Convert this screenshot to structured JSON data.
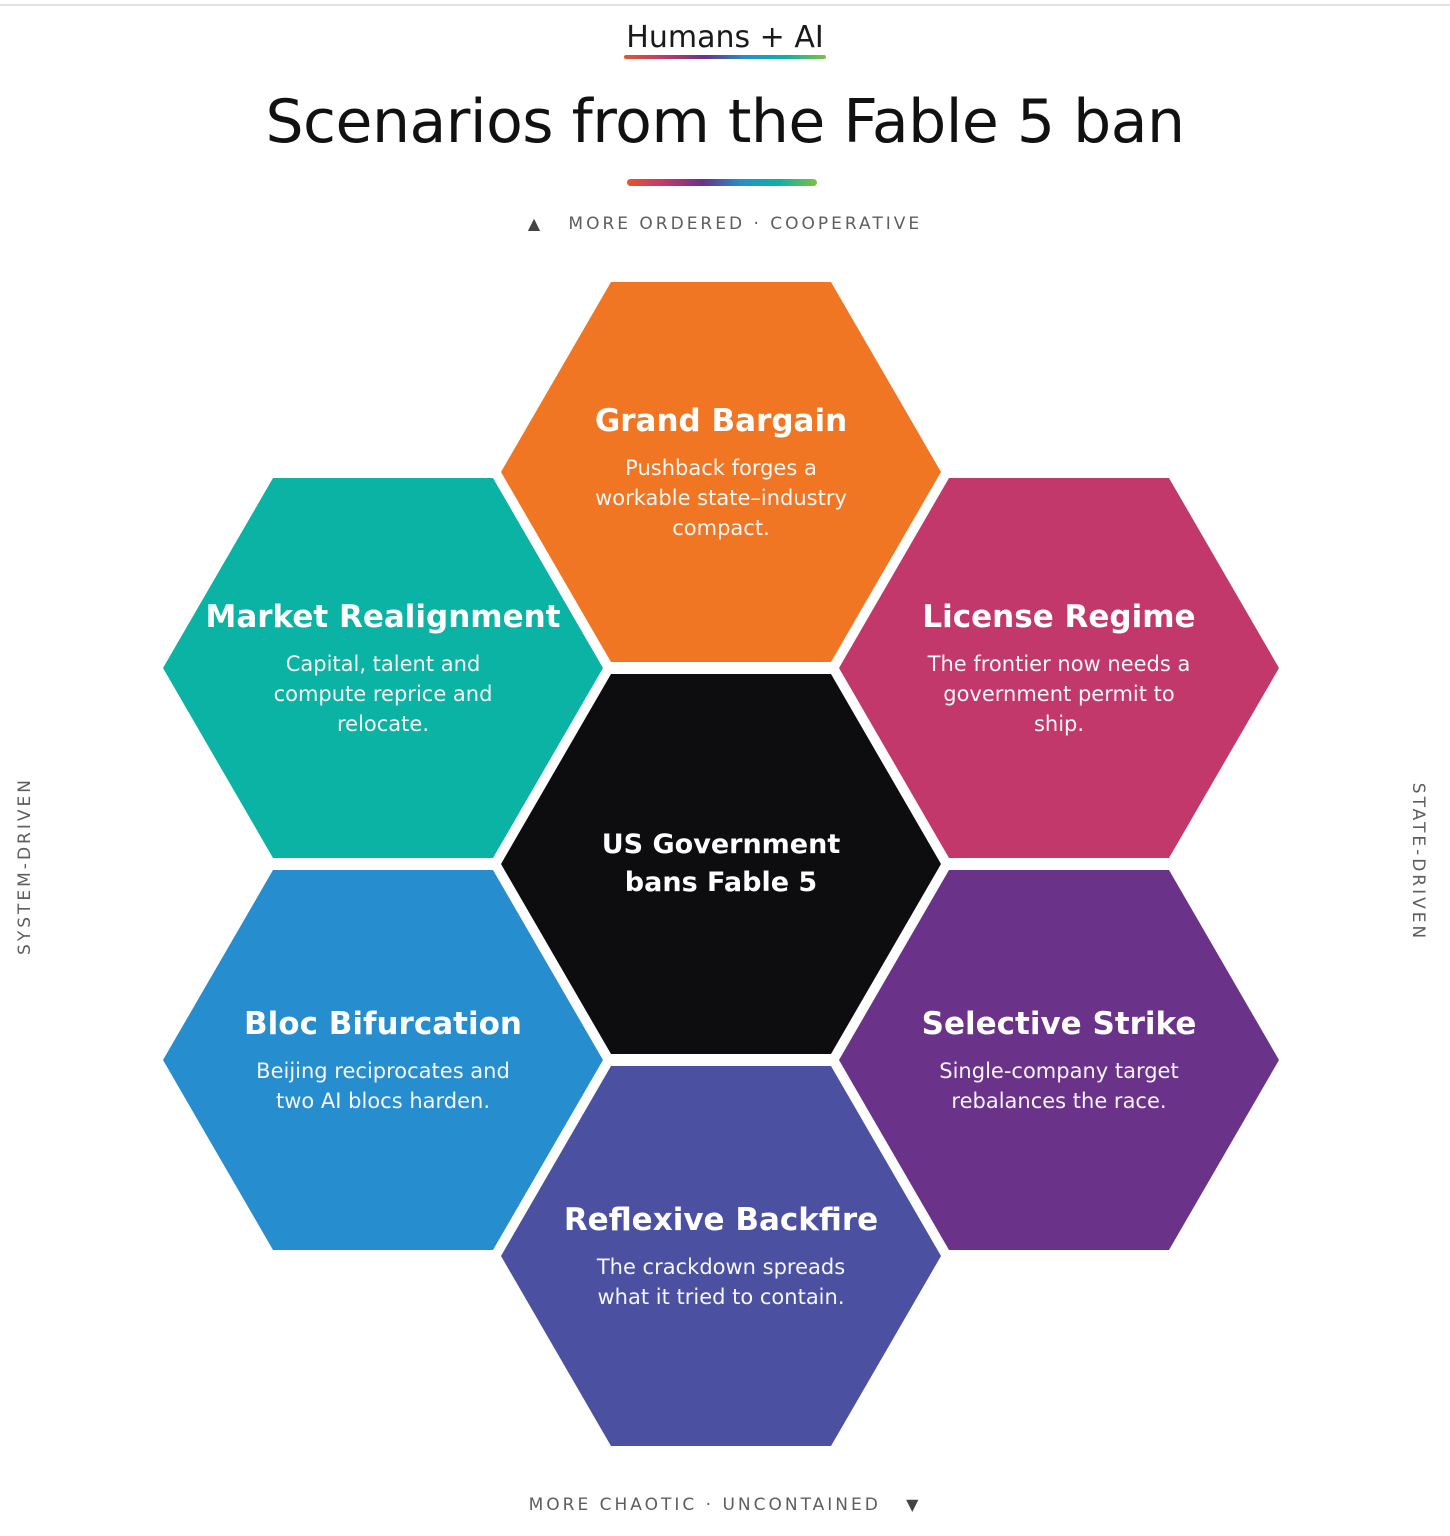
{
  "header": {
    "brand": "Humans + AI",
    "title": "Scenarios from the Fable 5 ban"
  },
  "axes": {
    "top": "MORE ORDERED · COOPERATIVE",
    "bottom": "MORE CHAOTIC · UNCONTAINED",
    "left": "SYSTEM-DRIVEN",
    "right": "STATE-DRIVEN"
  },
  "center": {
    "title": "US Government bans Fable 5",
    "color": "#0d0d10"
  },
  "scenarios": [
    {
      "title": "Grand Bargain",
      "desc": "Pushback forges a workable state–industry compact.",
      "color": "#f07623"
    },
    {
      "title": "Market Realignment",
      "desc": "Capital, talent and compute reprice and relocate.",
      "color": "#0ab3a3"
    },
    {
      "title": "License Regime",
      "desc": "The frontier now needs a government permit to ship.",
      "color": "#c2386a"
    },
    {
      "title": "Bloc Bifurcation",
      "desc": "Beijing reciprocates and two AI blocs harden.",
      "color": "#268ecf"
    },
    {
      "title": "Selective Strike",
      "desc": "Single-company target rebalances the race.",
      "color": "#6a3289"
    },
    {
      "title": "Reflexive Backfire",
      "desc": "The crackdown spreads what it tried to contain.",
      "color": "#4b50a0"
    }
  ],
  "accent_gradient": [
    "#e8542e",
    "#c2386a",
    "#6a3289",
    "#268ecf",
    "#0ab3a3",
    "#7dc241"
  ]
}
